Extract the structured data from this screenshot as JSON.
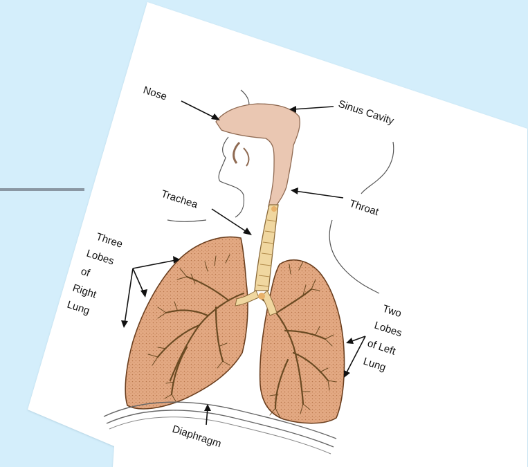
{
  "diagram": {
    "labels": {
      "nose": "Nose",
      "sinus_cavity": "Sinus Cavity",
      "trachea": "Trachea",
      "throat": "Throat",
      "right_lung_line1": "Three",
      "right_lung_line2": "Lobes",
      "right_lung_line3": "of",
      "right_lung_line4": "Right",
      "right_lung_line5": "Lung",
      "left_lung_line1": "Two",
      "left_lung_line2": "Lobes",
      "left_lung_line3": "of Left",
      "left_lung_line4": "Lung",
      "diaphragm": "Diaphragm"
    },
    "colors": {
      "background": "#d4eefb",
      "card": "#ffffff",
      "lung_fill": "#e3a983",
      "lung_outline": "#6b3f1f",
      "trachea": "#f0d7a0",
      "sinus": "#eac7b2"
    }
  }
}
